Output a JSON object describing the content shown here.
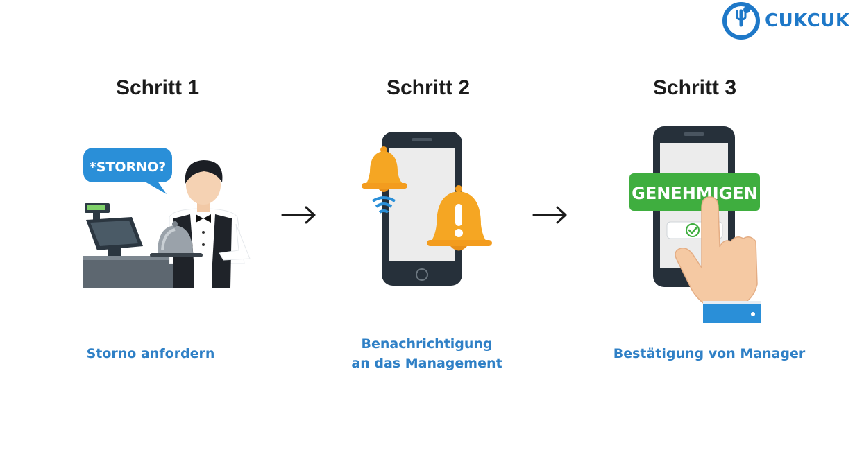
{
  "brand": {
    "name": "CUKCUK",
    "color": "#1e78c8"
  },
  "steps": [
    {
      "title": "Schritt 1",
      "caption_lines": [
        "Storno anfordern"
      ],
      "bubble_text": "*STORNO?"
    },
    {
      "title": "Schritt 2",
      "caption_lines": [
        "Benachrichtigung",
        "an das Management"
      ]
    },
    {
      "title": "Schritt 3",
      "caption_lines": [
        "Bestätigung von Manager"
      ],
      "button_text": "GENEHMIGEN"
    }
  ],
  "colors": {
    "caption": "#2f80c6",
    "bell": "#f5a623",
    "approve": "#3fae3f",
    "bubble": "#2a8fd8"
  },
  "icons": [
    "fork-logo-icon",
    "arrow-right-icon",
    "bell-icon",
    "checkmark-icon",
    "pointing-hand-icon"
  ]
}
